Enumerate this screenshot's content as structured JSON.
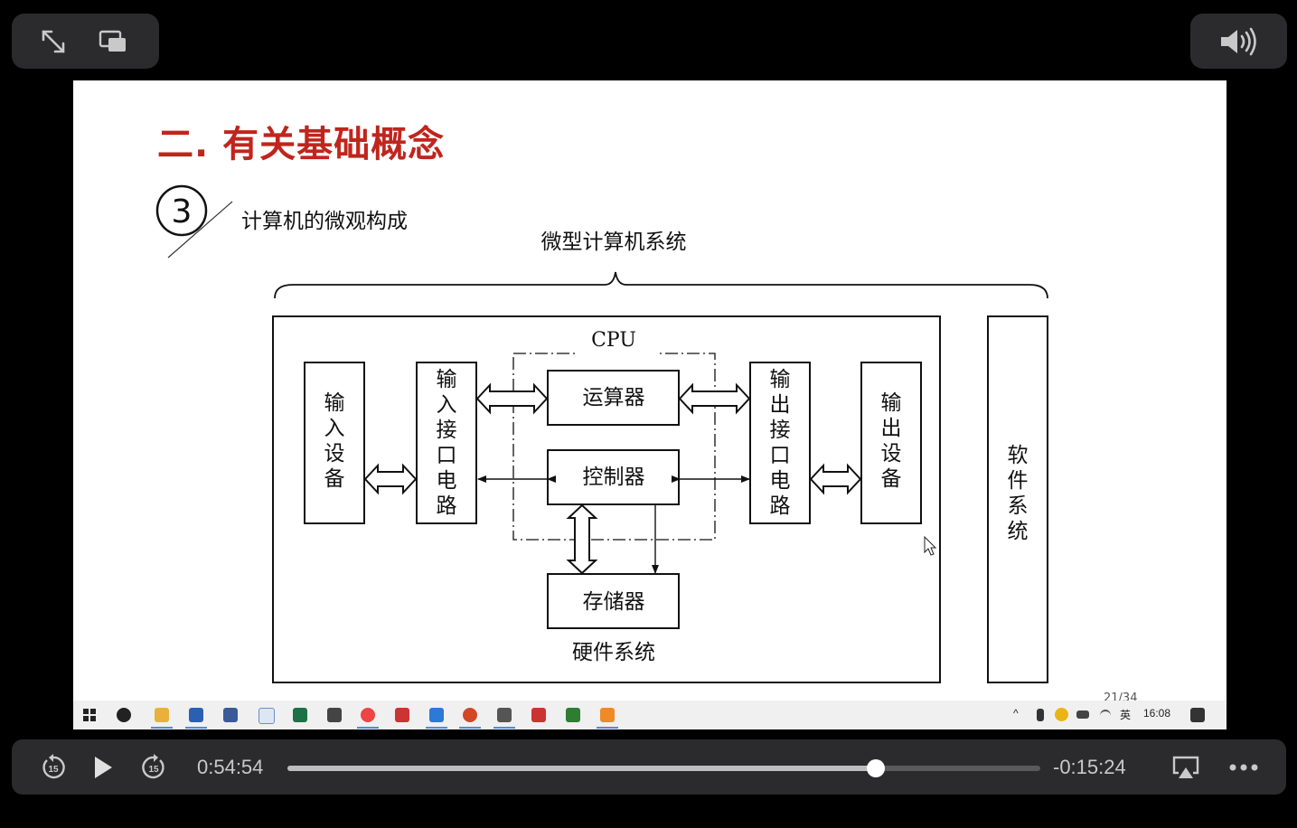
{
  "player": {
    "current_time": "0:54:54",
    "remaining_time": "-0:15:24",
    "progress": 0.782,
    "skip_back_seconds": "15",
    "skip_forward_seconds": "15"
  },
  "slide": {
    "title": "二. 有关基础概念",
    "section_number": "3",
    "subtitle": "计算机的微观构成",
    "page_indicator": "21/34"
  },
  "diagram": {
    "top_label": "微型计算机系统",
    "cpu_label": "CPU",
    "input_device": [
      "输",
      "入",
      "设",
      "备"
    ],
    "input_interface": [
      "输",
      "入",
      "接",
      "口",
      "电",
      "路"
    ],
    "alu": "运算器",
    "controller": "控制器",
    "memory": "存储器",
    "output_interface": [
      "输",
      "出",
      "接",
      "口",
      "电",
      "路"
    ],
    "output_device": [
      "输",
      "出",
      "设",
      "备"
    ],
    "software": [
      "软",
      "件",
      "系",
      "统"
    ],
    "hardware_label": "硬件系统"
  },
  "taskbar": {
    "apps": [
      "start-icon",
      "sogou-icon",
      "file-explorer-icon",
      "word-icon",
      "app-icon",
      "window-icon",
      "excel-icon",
      "app-icon",
      "chrome-icon",
      "app-icon",
      "app-icon",
      "powerpoint-icon",
      "app-icon",
      "app-icon",
      "app-icon",
      "app-icon"
    ],
    "ime": "英",
    "clock": "16:08"
  },
  "colors": {
    "title_red": "#c0251d",
    "player_bg": "#2b2b2d"
  }
}
